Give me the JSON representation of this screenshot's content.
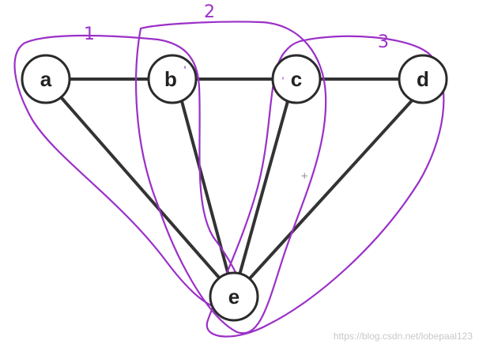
{
  "diagram": {
    "nodes": [
      {
        "id": "a",
        "label": "a"
      },
      {
        "id": "b",
        "label": "b"
      },
      {
        "id": "c",
        "label": "c"
      },
      {
        "id": "d",
        "label": "d"
      },
      {
        "id": "e",
        "label": "e"
      }
    ],
    "edges": [
      [
        "a",
        "b"
      ],
      [
        "b",
        "c"
      ],
      [
        "c",
        "d"
      ],
      [
        "a",
        "e"
      ],
      [
        "b",
        "e"
      ],
      [
        "c",
        "e"
      ],
      [
        "d",
        "e"
      ]
    ],
    "annotations": [
      {
        "label": "1",
        "color": "#9b30c8"
      },
      {
        "label": "2",
        "color": "#9b30c8"
      },
      {
        "label": "3",
        "color": "#9b30c8"
      }
    ],
    "node_marks": {
      "b": "'",
      "c": "'"
    }
  },
  "watermark": "https://blog.csdn.net/lobepaal123",
  "colors": {
    "loop": "#9b30c8",
    "edge": "#333333",
    "node_stroke": "#2b2b2b"
  }
}
